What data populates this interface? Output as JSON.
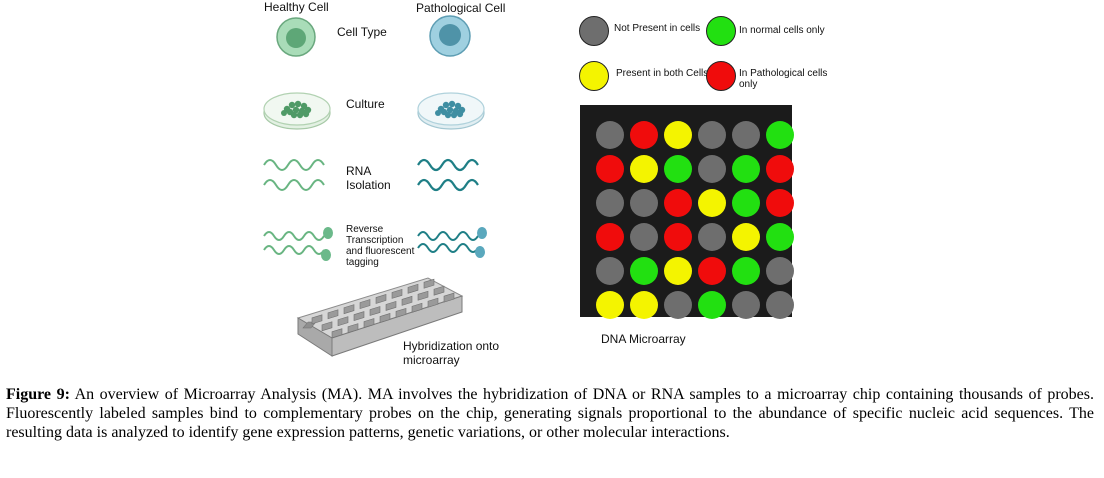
{
  "headers": {
    "healthy": "Healthy Cell",
    "pathological": "Pathological Cell"
  },
  "steps": {
    "cell_type": "Cell Type",
    "culture": "Culture",
    "rna_line1": "RNA",
    "rna_line2": "Isolation",
    "rt_line1": "Reverse",
    "rt_line2": "Transcription",
    "rt_line3": "and fluorescent",
    "rt_line4": "tagging",
    "hyb_line1": "Hybridization onto",
    "hyb_line2": "microarray"
  },
  "legend": {
    "not_present": "Not Present in cells",
    "normal_only": "In normal cells only",
    "both": "Present in both Cells",
    "patho_line1": "In Pathological cells",
    "patho_line2": "only"
  },
  "microarray_label": "DNA Microarray",
  "colors": {
    "gray": "#6e6e6e",
    "green": "#22e011",
    "yellow": "#f4f400",
    "red": "#f00c0c",
    "healthy_fill": "#8fcfa2",
    "patho_fill": "#8ec7d8"
  },
  "microarray": {
    "rows": [
      [
        "gray",
        "red",
        "yellow",
        "gray",
        "gray",
        "green"
      ],
      [
        "red",
        "yellow",
        "green",
        "gray",
        "green",
        "red"
      ],
      [
        "gray",
        "gray",
        "red",
        "yellow",
        "green",
        "red"
      ],
      [
        "red",
        "gray",
        "red",
        "gray",
        "yellow",
        "green"
      ],
      [
        "gray",
        "green",
        "yellow",
        "red",
        "green",
        "gray"
      ],
      [
        "yellow",
        "yellow",
        "gray",
        "green",
        "gray",
        "gray"
      ]
    ]
  },
  "caption": {
    "label": "Figure 9:",
    "text": " An overview of Microarray Analysis (MA). MA involves the hybridization of DNA or RNA samples to a microarray chip containing thousands of probes. Fluorescently labeled samples bind to complementary probes on the chip, generating signals proportional to the abundance of specific nucleic acid sequences. The resulting data is analyzed to identify gene expression patterns, genetic variations, or other molecular interactions."
  }
}
